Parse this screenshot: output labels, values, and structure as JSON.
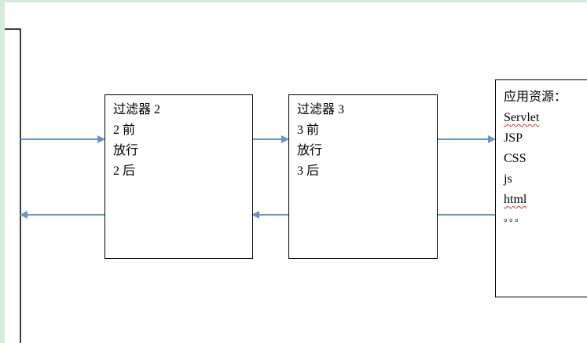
{
  "filter2": {
    "lines": [
      "过滤器 2",
      "2 前",
      "放行",
      "2 后"
    ]
  },
  "filter3": {
    "lines": [
      "过滤器 3",
      "3 前",
      "放行",
      "3 后"
    ]
  },
  "resources": {
    "title": "应用资源：",
    "items": [
      "Servlet",
      "JSP",
      "CSS",
      "js",
      "html",
      "。。。"
    ]
  },
  "colors": {
    "arrow": "#6b93c2",
    "border": "#000000",
    "frame": "#d6ecd9"
  }
}
